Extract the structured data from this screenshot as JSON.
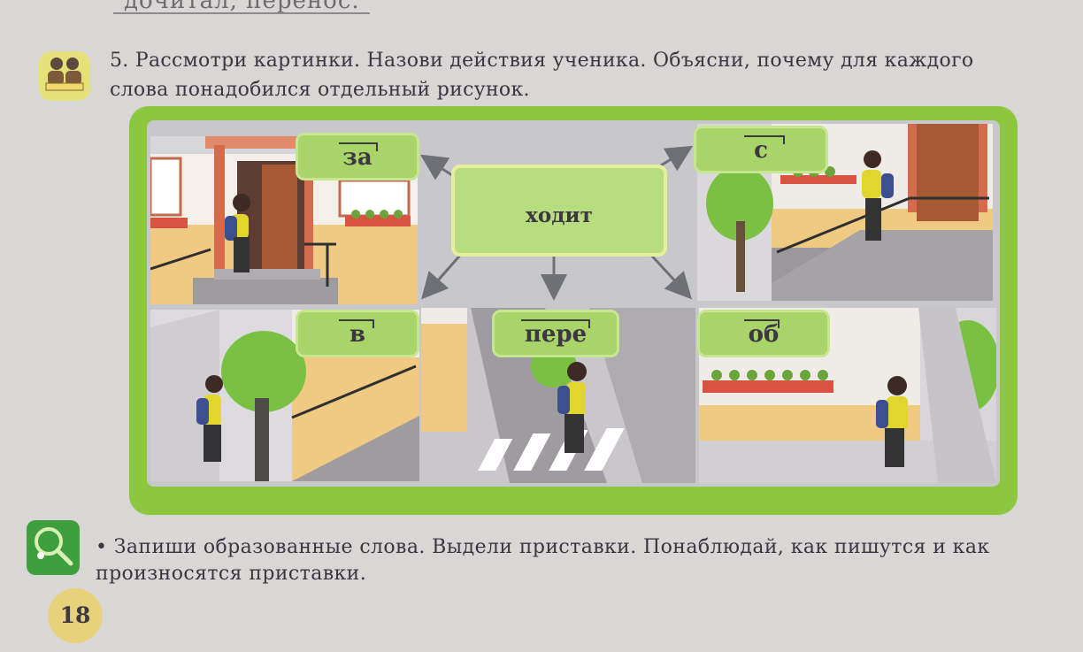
{
  "top_partial_text": "дочитал, перенос.",
  "exercise": {
    "text": "5. Рассмотри картинки. Назови действия ученика. Объясни, почему для каждого слова понадобился отдельный рисунок."
  },
  "center_word": "ходит",
  "prefixes": {
    "za": "за",
    "s": "с",
    "v": "в",
    "pere": "пере",
    "ob": "об"
  },
  "task_bullet": "• Запиши образованные слова. Выдели приставки. Понаблюдай, как пишутся и как произносятся приставки.",
  "icons": {
    "exercise": "two-people-pair-work-icon",
    "task": "magnifier-search-icon"
  },
  "colors": {
    "frame_green": "#8dc63f",
    "prefix_green": "#a9d46a",
    "page_number_bg": "#e7d27b"
  },
  "page_number": "18"
}
